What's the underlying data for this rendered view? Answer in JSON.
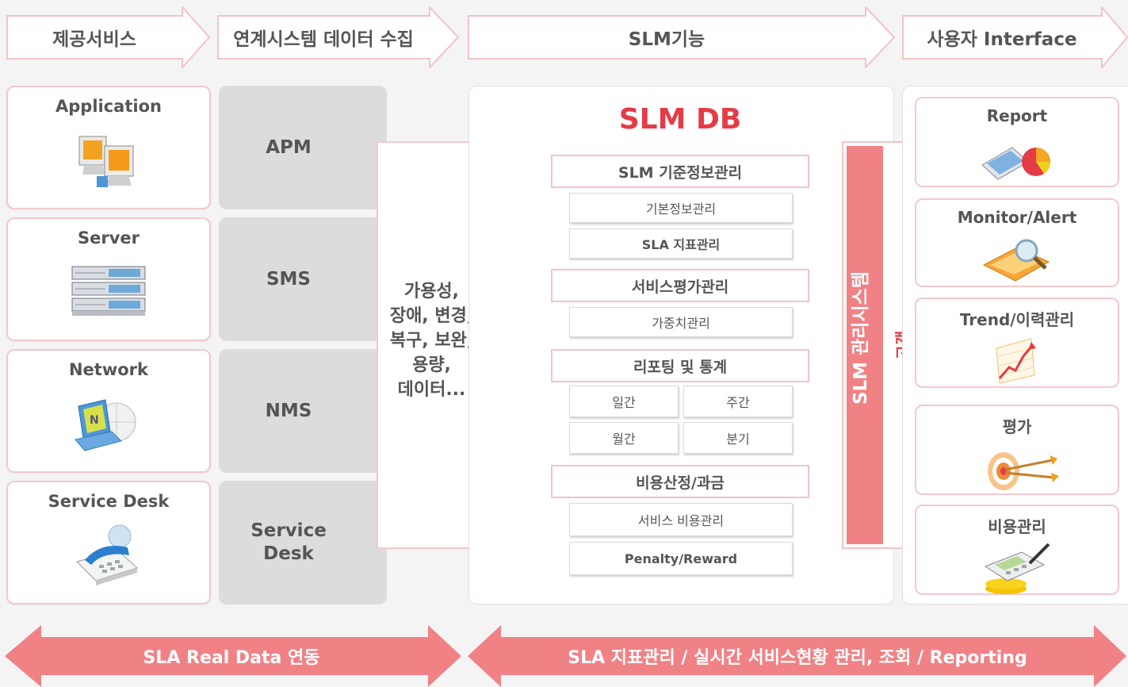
{
  "header": {
    "provided_service": "제공서비스",
    "linked_data": "연계시스템 데이터 수집",
    "slm_function": "SLM기능",
    "user_interface": "사용자 Interface"
  },
  "sources": [
    {
      "label": "Application",
      "icon": "application-computer-icon"
    },
    {
      "label": "Server",
      "icon": "server-rack-icon"
    },
    {
      "label": "Network",
      "icon": "network-laptop-icon"
    },
    {
      "label": "Service Desk",
      "icon": "service-desk-phone-icon"
    }
  ],
  "systems": [
    "APM",
    "SMS",
    "NMS",
    "Service\nDesk"
  ],
  "collected_data": [
    "가용성,",
    "장애, 변경,",
    "복구, 보완,",
    "용량,",
    "데이터..."
  ],
  "slm_db": {
    "title": "SLM DB",
    "groups": [
      {
        "label": "SLM 기준정보관리",
        "items": [
          "기본정보관리",
          "SLA 지표관리"
        ]
      },
      {
        "label": "서비스평가관리",
        "items": [
          "가중치관리"
        ]
      },
      {
        "label": "리포팅 및 통계",
        "items": [
          "일간",
          "주간",
          "월간",
          "분기"
        ]
      },
      {
        "label": "비용산정/과금",
        "items": [
          "서비스 비용관리",
          "Penalty/Reward"
        ]
      }
    ]
  },
  "slm_system": {
    "label": "SLM 관리시스템",
    "customer": "고객"
  },
  "interfaces": [
    {
      "label": "Report",
      "icon": "report-chart-icon"
    },
    {
      "label": "Monitor/Alert",
      "icon": "monitor-magnifier-icon"
    },
    {
      "label": "Trend/이력관리",
      "icon": "trend-graph-icon"
    },
    {
      "label": "평가",
      "icon": "target-icon"
    },
    {
      "label": "비용관리",
      "icon": "calculator-icon"
    }
  ],
  "footer": {
    "left": "SLA Real Data 연동",
    "right": "SLA 지표관리 / 실시간 서비스현황 관리, 조회 / Reporting"
  },
  "colors": {
    "accent": "#f08286",
    "title_red": "#e53b45",
    "border_pink": "#f3c9cb",
    "gray_block": "#dcdcdc"
  }
}
